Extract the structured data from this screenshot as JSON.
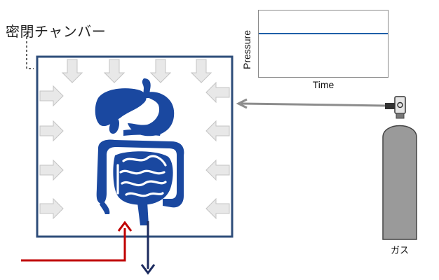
{
  "chamber": {
    "label": "密閉チャンバー"
  },
  "pressure_chart": {
    "ylabel": "Pressure",
    "xlabel": "Time",
    "line_color": "#1f5fa8"
  },
  "gas": {
    "label": "ガス"
  },
  "colors": {
    "chamber_border": "#2e4d7a",
    "organ": "#1a48a0",
    "pressure_arrows": "#e8e8e8",
    "inflow_arrow": "#c00000",
    "outflow_arrow": "#1b2a5e",
    "gas_line": "#8c8c8c",
    "cylinder": "#9a9a9a"
  },
  "icons": [
    "pressure-arrow",
    "digestive-organ",
    "gas-cylinder",
    "valve"
  ]
}
